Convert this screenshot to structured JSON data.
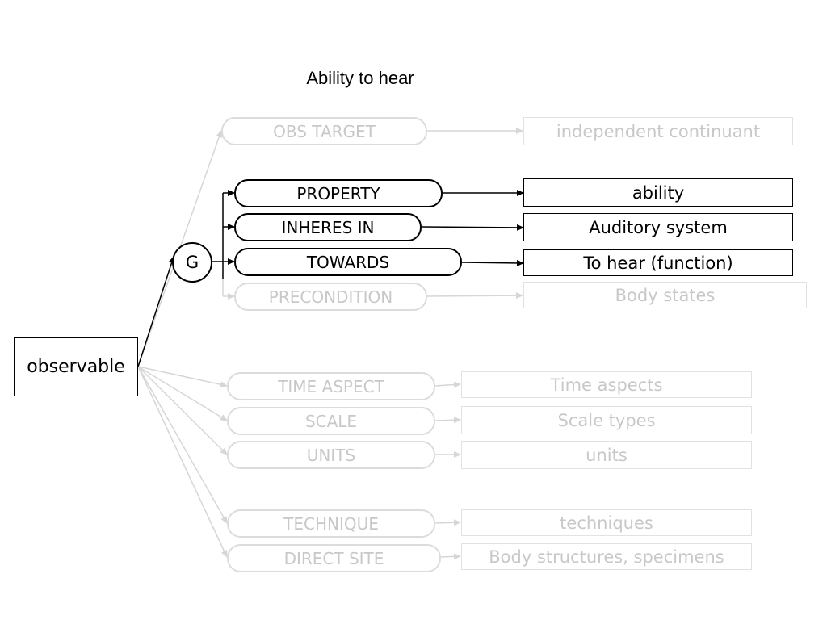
{
  "title": "Ability to hear",
  "root": "observable",
  "group": "G",
  "colors": {
    "active": "#000000",
    "faded": "#c8c8c8",
    "faded_line": "#d6d6d6"
  },
  "attributes": {
    "obs_target": {
      "label": "OBS TARGET",
      "value": "independent continuant"
    },
    "property": {
      "label": "PROPERTY",
      "value": "ability"
    },
    "inheres_in": {
      "label": "INHERES IN",
      "value": "Auditory system"
    },
    "towards": {
      "label": "TOWARDS",
      "value": "To hear (function)"
    },
    "precondition": {
      "label": "PRECONDITION",
      "value": "Body states"
    },
    "time_aspect": {
      "label": "TIME ASPECT",
      "value": "Time aspects"
    },
    "scale": {
      "label": "SCALE",
      "value": "Scale types"
    },
    "units": {
      "label": "UNITS",
      "value": "units"
    },
    "technique": {
      "label": "TECHNIQUE",
      "value": "techniques"
    },
    "direct_site": {
      "label": "DIRECT SITE",
      "value": "Body structures, specimens"
    }
  }
}
